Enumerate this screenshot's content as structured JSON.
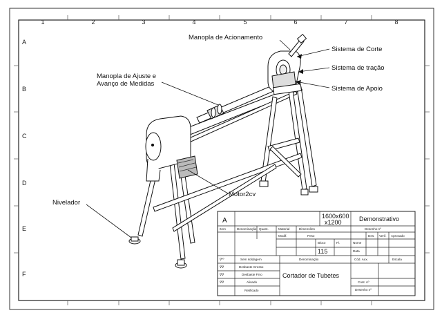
{
  "border": {
    "columns": [
      "1",
      "2",
      "3",
      "4",
      "5",
      "6",
      "7",
      "8"
    ],
    "rows": [
      "A",
      "B",
      "C",
      "D",
      "E",
      "F"
    ]
  },
  "callouts": {
    "manopla_acionamento": "Manopla de Acionamento",
    "sistema_corte": "Sistema de Corte",
    "sistema_tracao": "Sistema de tração",
    "sistema_apoio": "Sistema de Apoio",
    "manopla_ajuste_1": "Manopla de Ajuste e",
    "manopla_ajuste_2": "Avanço de Medidas",
    "motor": "Motor2cv",
    "nivelador": "Nivelador"
  },
  "title_block": {
    "revision": "A",
    "dimensions_1": "1600x600",
    "dimensions_2": "x1200",
    "status": "Demonstrativo",
    "item_hdr": "Item",
    "denominacao_hdr": "Denominação",
    "quant_hdr": "Quant.",
    "material_hdr": "Material",
    "dimensoes_hdr": "Dimensões",
    "desenho_n_hdr": "Desenho nº",
    "modif_hdr": "Modif.",
    "peso_hdr": "Peso",
    "des_hdr": "Des.",
    "verif_hdr": "Verif.",
    "aprovado_hdr": "Aprovado",
    "bloco_hdr": "Bloco",
    "fl_hdr": "Fl.",
    "nome_hdr": "Nome",
    "data_hdr": "Data",
    "block_value": "115",
    "sem_soldagem": "Sem soldagem",
    "denominacao_label": "Denominação",
    "cod_aux": "Cód. Aux.",
    "escala": "Escala",
    "desbaste_grosso": "Desbaste Grosso",
    "desbaste_fino": "Desbaste Fino",
    "alisado": "Alisado",
    "retificado": "Retificado",
    "sym_1": "∇ºº",
    "sym_2": "∇∇",
    "sym_3": "∇∇",
    "sym_4": "∇∇",
    "title": "Cortador de Tubetes",
    "cont_n": "Cont. nº",
    "desenho_n2": "Desenho nº"
  }
}
